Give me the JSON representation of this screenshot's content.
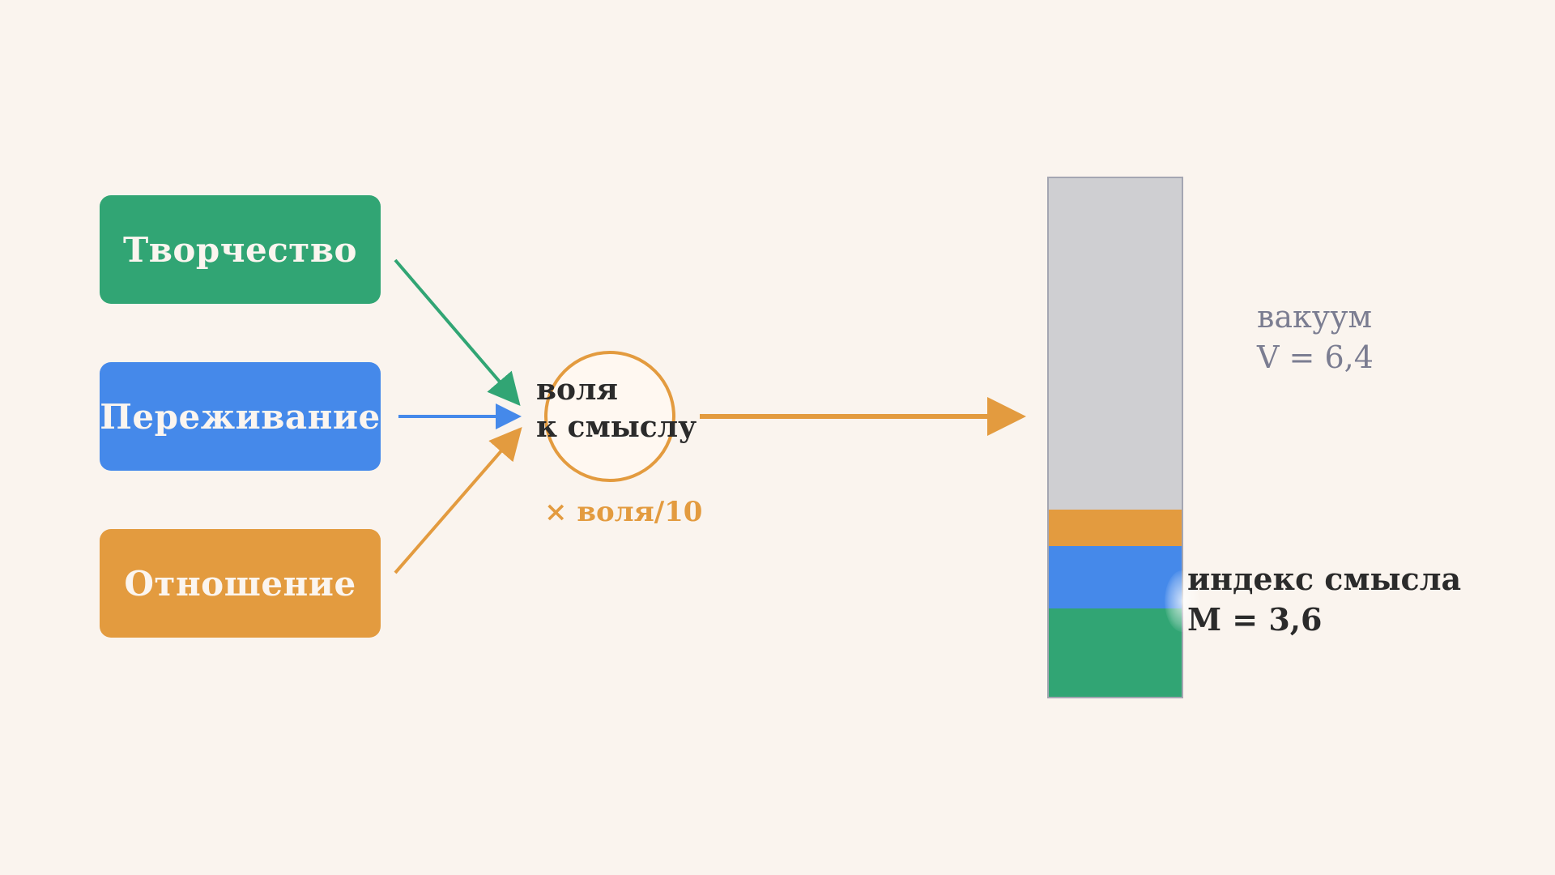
{
  "sources": [
    {
      "label": "Творчество",
      "color": "#31a574"
    },
    {
      "label": "Переживание",
      "color": "#4589ea"
    },
    {
      "label": "Отношение",
      "color": "#e39b3f"
    }
  ],
  "will_node": {
    "line1": "воля",
    "line2": "к смыслу",
    "multiplier": "× воля/10",
    "border_color": "#e39b3f"
  },
  "meaning_bar": {
    "total": 10,
    "stack": [
      {
        "source": "Творчество",
        "value": 1.7,
        "color": "#31a574"
      },
      {
        "source": "Переживание",
        "value": 1.2,
        "color": "#4589ea"
      },
      {
        "source": "Отношение",
        "value": 0.7,
        "color": "#e39b3f"
      }
    ],
    "vacuum_color": "#cfcfd2"
  },
  "vacuum": {
    "line1": "вакуум",
    "line2": "V = 6,4"
  },
  "index": {
    "line1": "индекс смысла",
    "line2": "M = 3,6"
  },
  "colors": {
    "background": "#faf4ee",
    "green": "#31a574",
    "blue": "#4589ea",
    "orange": "#e39b3f",
    "text_dark": "#2b2b2b",
    "text_gray": "#7b7d91"
  }
}
